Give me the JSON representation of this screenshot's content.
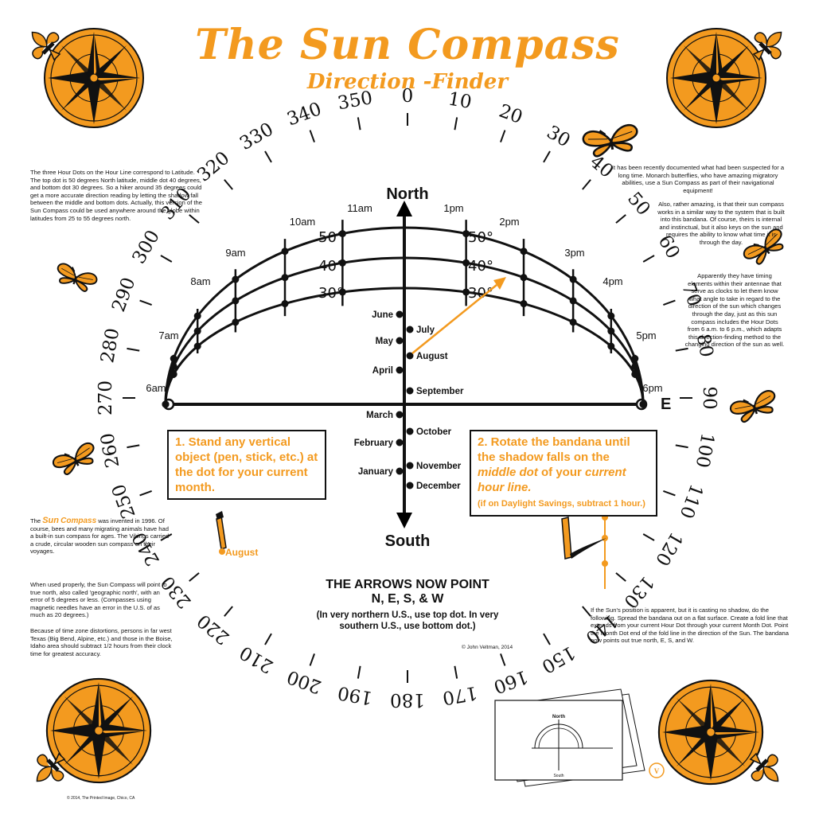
{
  "title": "The Sun Compass",
  "subtitle": "Direction -Finder",
  "colors": {
    "accent": "#f39a1f",
    "ink": "#111111"
  },
  "bearings": [
    "0",
    "10",
    "20",
    "30",
    "40",
    "50",
    "60",
    "70",
    "80",
    "90",
    "100",
    "110",
    "120",
    "130",
    "140",
    "150",
    "160",
    "170",
    "180",
    "190",
    "200",
    "210",
    "220",
    "230",
    "240",
    "250",
    "260",
    "270",
    "280",
    "290",
    "300",
    "310",
    "320",
    "330",
    "340",
    "350"
  ],
  "axis": {
    "north": "North",
    "south": "South",
    "east": "E"
  },
  "hours_left": [
    "6am",
    "7am",
    "8am",
    "9am",
    "10am",
    "11am"
  ],
  "hours_right": [
    "1pm",
    "2pm",
    "3pm",
    "4pm",
    "5pm",
    "6pm"
  ],
  "latitudes": [
    "50°",
    "40°",
    "30°",
    "50°",
    "40°",
    "30°"
  ],
  "months_left": [
    "June",
    "May",
    "April",
    "March",
    "February",
    "January"
  ],
  "months_right": [
    "July",
    "August",
    "September",
    "October",
    "November",
    "December"
  ],
  "step1": {
    "text": "1. Stand any vertical object (pen, stick, etc.) at the dot for your current month."
  },
  "step2": {
    "line1": "2. Rotate the bandana until the shadow falls on the ",
    "emph1": "middle dot",
    "line2": " of your ",
    "emph2": "current hour line.",
    "note": "(if on Daylight Savings, subtract 1 hour.)"
  },
  "arrows_now": {
    "line1": "THE ARROWS NOW POINT",
    "line2": "N, E, S, & W",
    "line3": "(In very northern U.S., use top dot. In very southern U.S., use bottom dot.)"
  },
  "example_left_label": "August",
  "example_right_label": "2pm",
  "copyright_center": "© John Veltman, 2014",
  "copyright_corner": "© 2014, The Printed Image, Chico, CA",
  "mini_diagram": {
    "north": "North",
    "south": "South"
  },
  "notes": {
    "top_left": "The three Hour Dots on the Hour Line correspond to Latitude. The top dot is 50 degrees North latitude, middle dot 40 degrees, and bottom dot 30 degrees. So a hiker around 35 degrees could get a more accurate direction reading by letting the shadow fall between the middle and bottom dots. Actually, this version of the Sun Compass could be used anywhere around the globe within latitudes from 25 to 55 degrees north.",
    "top_right_1": "It has been recently documented what had been suspected for a long time. Monarch butterflies, who have amazing migratory abilities, use a Sun Compass as part of their navigational equipment!",
    "top_right_2": "Also, rather amazing, is that their sun compass works in a similar way to the system that is built into this bandana. Of course, theirs is internal and instinctual, but it also keys on the sun and requires the ability to know what time it is through the day.",
    "top_right_3": "Apparently they have timing elements within their antennae that serve as clocks to let them know what angle to take in regard to the direction of the sun which changes through the day, just as this sun compass includes the Hour Dots from 6 a.m. to 6 p.m., which adapts this direction-finding method to the changing direction of the sun as well.",
    "left_mid_1a": "The ",
    "left_mid_brand1": "Sun",
    "left_mid_brand2": "Compass",
    "left_mid_1b": " was invented in 1996. Of course, bees and many migrating animals have had a built-in sun compass for ages. The Vikings carried a crude, circular wooden sun compass on their voyages.",
    "left_mid_2": "When used properly, the Sun Compass will point to true north, also called 'geographic north', with an error of 5 degrees or less. (Compasses using magnetic needles have an error in the U.S. of as much as 20 degrees.)",
    "left_mid_3": "Because of time zone distortions, persons in far west Texas (Big Bend, Alpine, etc.) and those in the Boise, Idaho area should subtract 1/2 hours from their clock time for greatest accuracy.",
    "right_bottom": "If the Sun's position is apparent, but it is casting no shadow, do the following. Spread the bandana out on a flat surface. Create a fold line that extends from your current Hour Dot through your current Month Dot. Point the Month Dot end of the fold line in the direction of the Sun. The bandana now points out true north, E, S, and W."
  }
}
